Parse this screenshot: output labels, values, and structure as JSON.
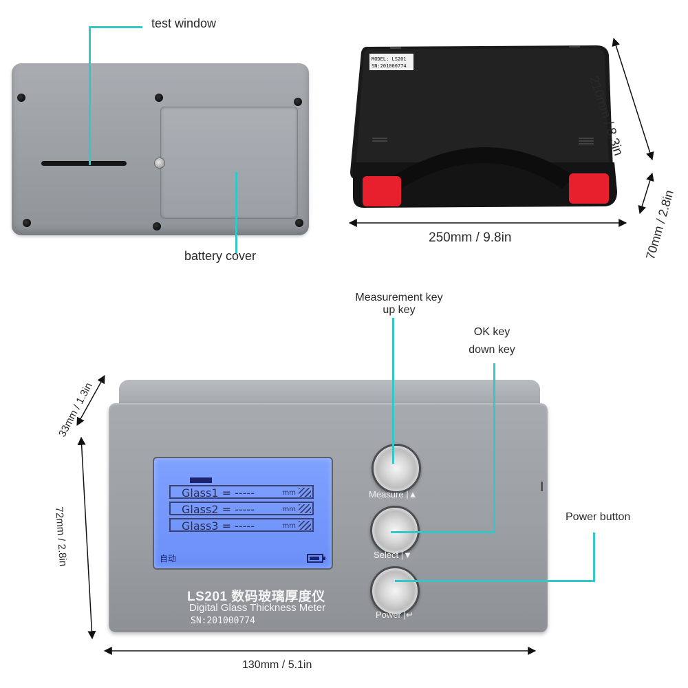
{
  "back_view": {
    "test_window_label": "test window",
    "battery_cover_label": "battery cover"
  },
  "case_view": {
    "sticker_model": "MODEL: LS201",
    "sticker_sn": "SN:201000774",
    "width_label": "250mm / 9.8in",
    "depth_label": "210mm / 8.3in",
    "height_label": "70mm / 2.8in"
  },
  "front_view": {
    "measurement_key_label_line1": "Measurement key",
    "measurement_key_label_line2": "up key",
    "ok_key_label_line1": "OK key",
    "ok_key_label_line2": "down key",
    "power_button_label": "Power button",
    "thickness_label": "33mm / 1.3in",
    "height_label": "72mm / 2.8in",
    "width_label": "130mm / 5.1in",
    "device_title": "LS201 数码玻璃厚度仪",
    "device_subtitle": "Digital Glass Thickness Meter",
    "device_sn": "SN:201000774",
    "buttons": {
      "measure": "Measure |▲",
      "select": "Select |▼",
      "power": "Power |↵"
    },
    "screen": {
      "rows": [
        {
          "label": "Glass1 =",
          "value": "-----",
          "unit": "mm"
        },
        {
          "label": "Glass2 =",
          "value": "-----",
          "unit": "mm"
        },
        {
          "label": "Glass3 =",
          "value": "-----",
          "unit": "mm"
        }
      ],
      "mode": "自动",
      "battery_icon": "battery-icon"
    }
  },
  "colors": {
    "callout_line": "#35c6c8",
    "device_body": "#9ea3a8",
    "screen_backlight": "#7fa1ff",
    "case_body": "#1c1c1c",
    "case_latch": "#e8202e"
  }
}
